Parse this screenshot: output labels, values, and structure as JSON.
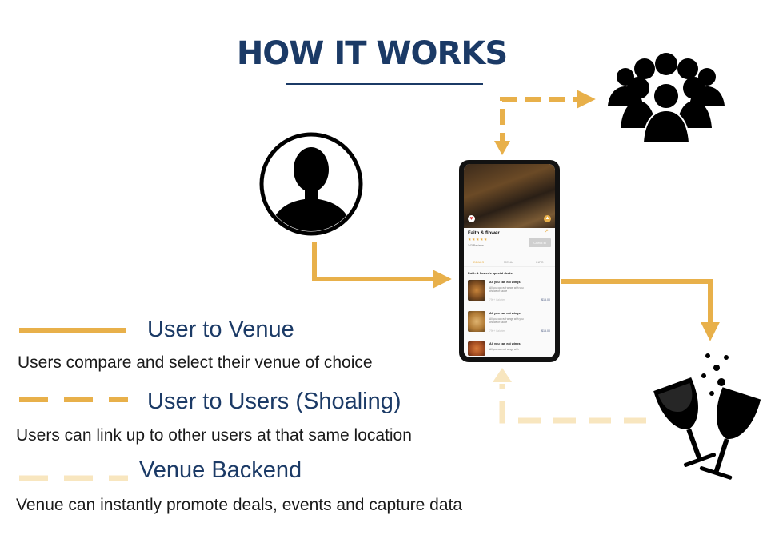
{
  "title": "HOW IT WORKS",
  "legend": [
    {
      "label": "User to Venue",
      "description": "Users compare and select their venue of choice",
      "line_style": "solid",
      "color": "#e8b04a"
    },
    {
      "label": "User to Users (Shoaling)",
      "description": "Users can link up to other users at that same location",
      "line_style": "dashed",
      "color": "#e8b04a"
    },
    {
      "label": "Venue Backend",
      "description": "Venue can instantly promote deals, events and capture data",
      "line_style": "dashed",
      "color": "#f8e6bf"
    }
  ],
  "icons": {
    "user": "single-user-icon",
    "crowd": "group-of-users-icon",
    "venue": "wine-glasses-toast-icon"
  },
  "phone": {
    "venue_name": "Faith & flower",
    "reviews": "143 Reviews",
    "check_in": "Check in",
    "tabs": [
      "DEALS",
      "MENU",
      "INFO"
    ],
    "deals_header": "Faith & flower's special deals",
    "deals": [
      {
        "title": "All you can eat wings",
        "desc": "All you can eat wings with you choice of sauce",
        "calories": "790+ Calories",
        "price": "$15.00"
      },
      {
        "title": "All you can eat wings",
        "desc": "All you can eat wings with you choice of sauce",
        "calories": "790+ Calories",
        "price": "$15.00"
      },
      {
        "title": "All you can eat wings",
        "desc": "All you can eat wings with",
        "calories": "",
        "price": ""
      }
    ]
  },
  "colors": {
    "title": "#1b3a66",
    "arrow": "#e8b04a",
    "backend": "#f8e6bf"
  }
}
